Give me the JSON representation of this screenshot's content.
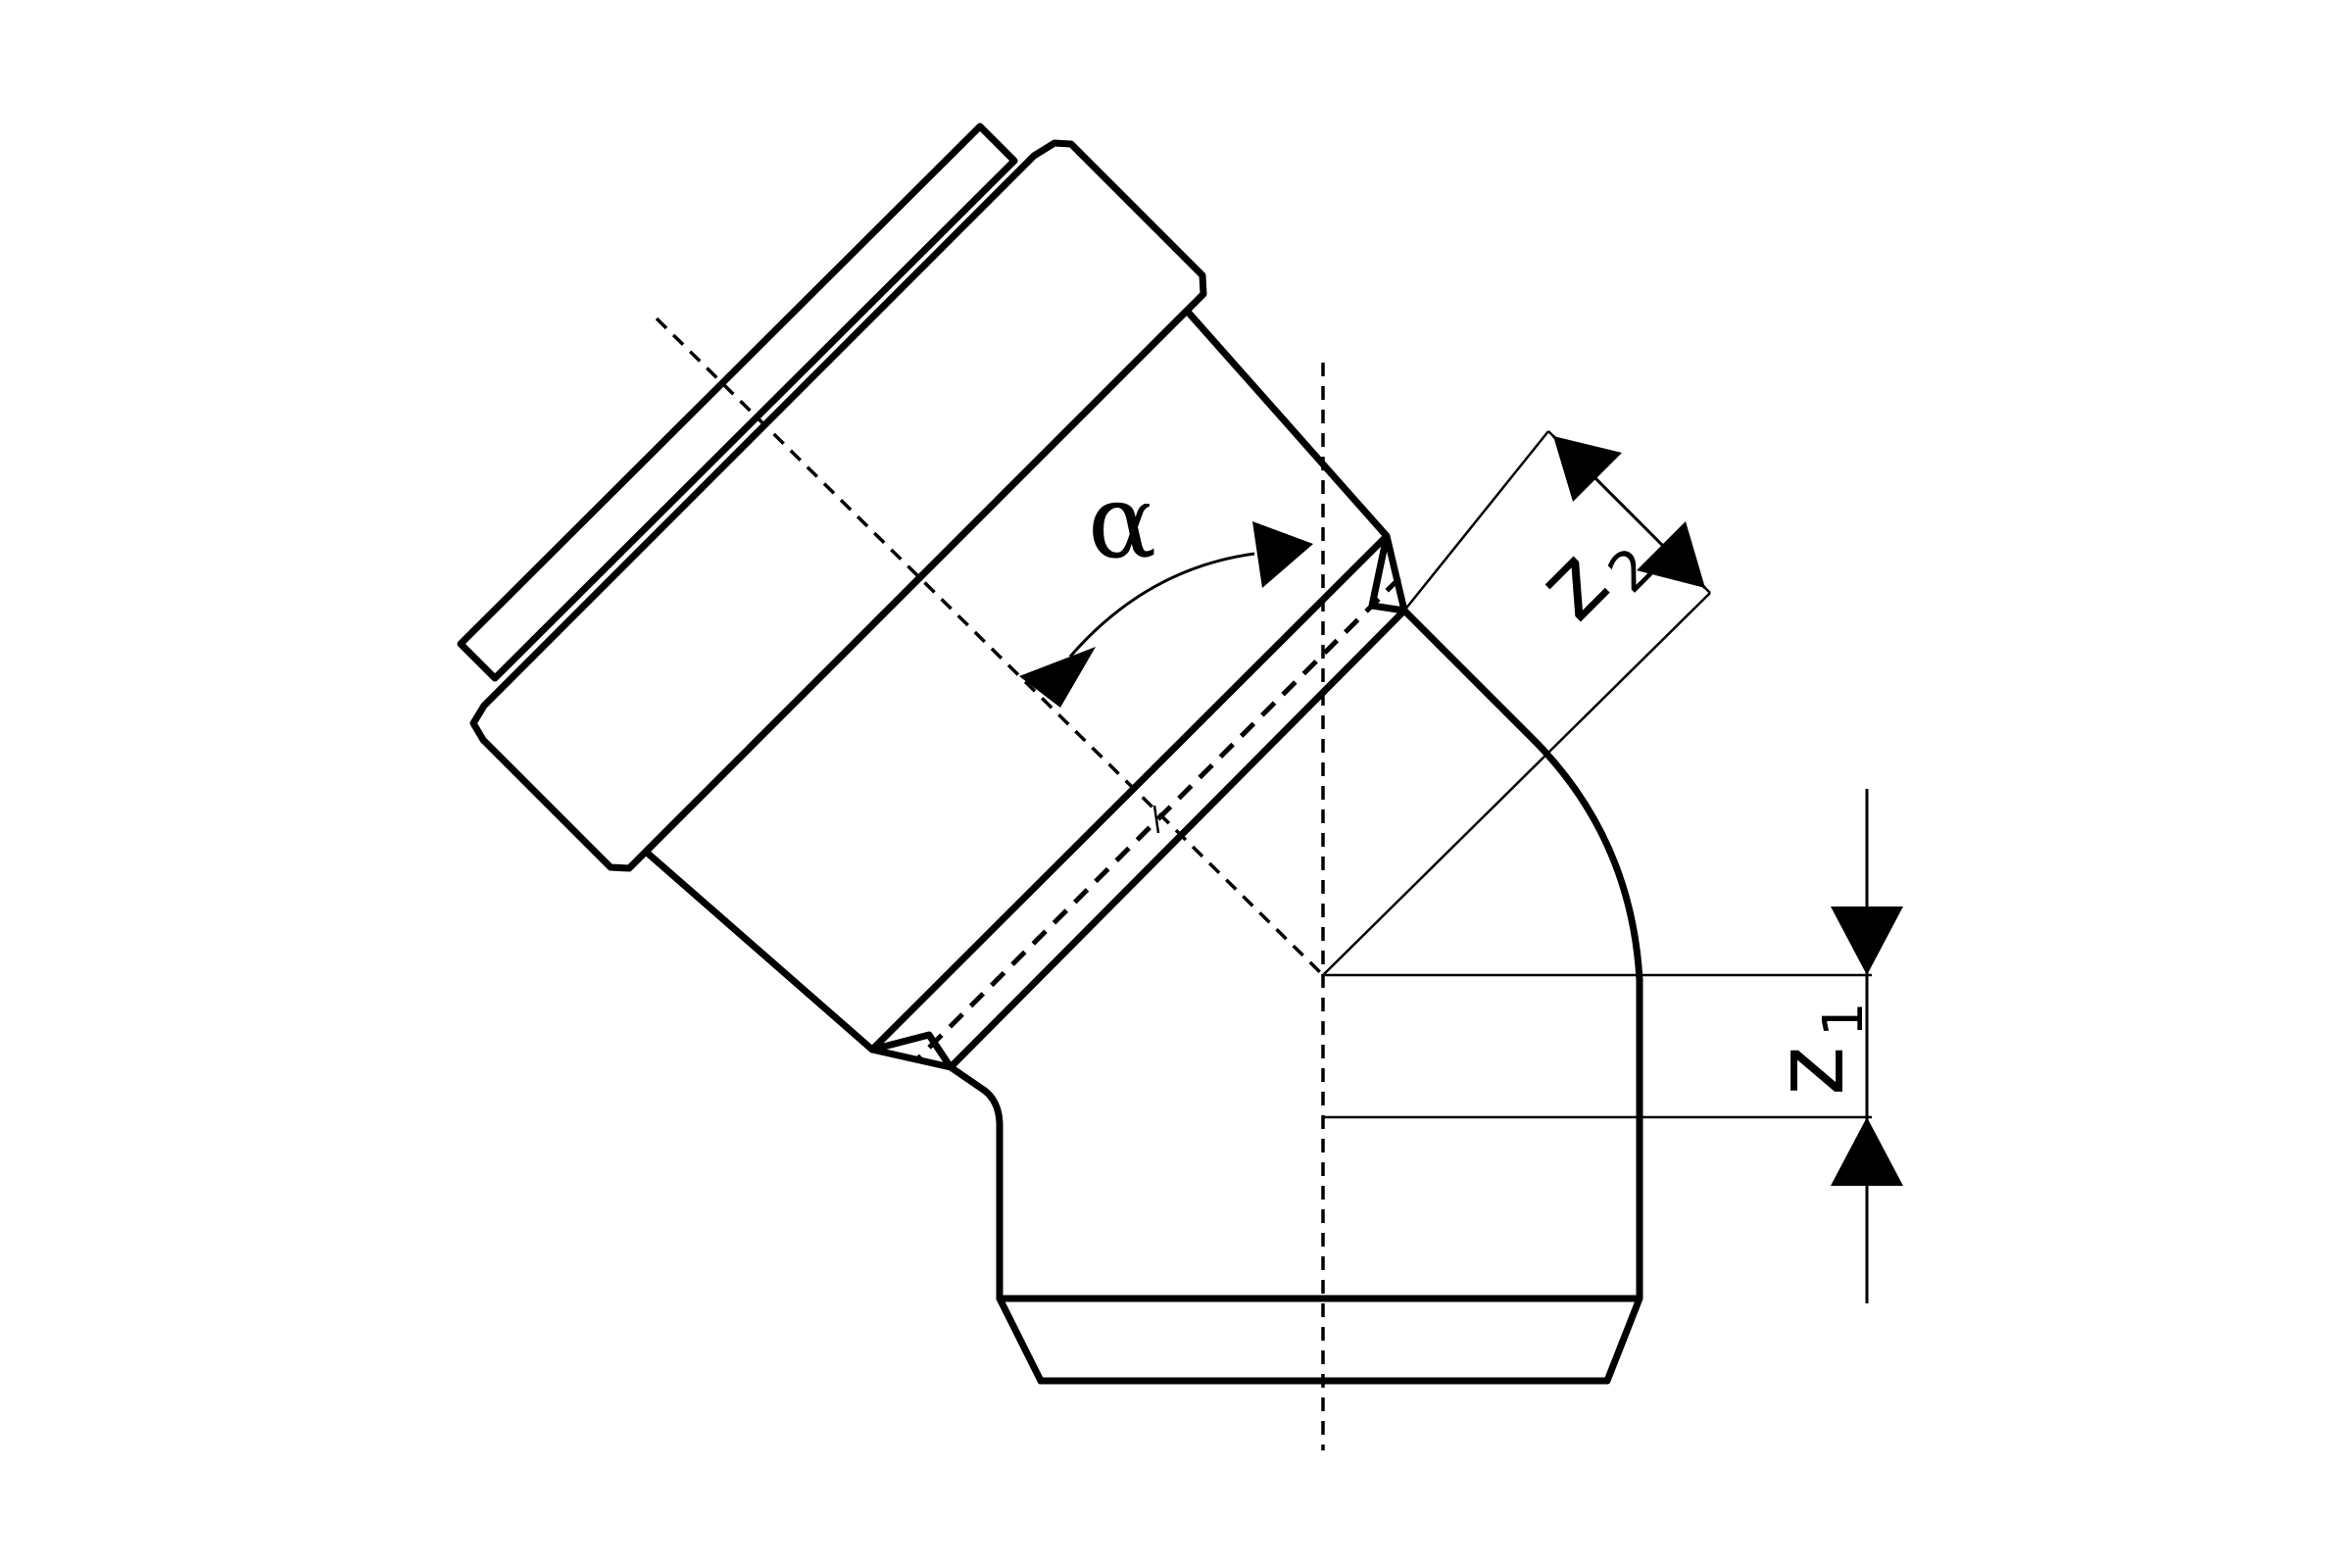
{
  "labels": {
    "angle": "α",
    "z2_letter": "z",
    "z2_sub": "2",
    "z1_letter": "z",
    "z1_sub": "1"
  },
  "colors": {
    "line": "#000000",
    "background": "#ffffff"
  }
}
